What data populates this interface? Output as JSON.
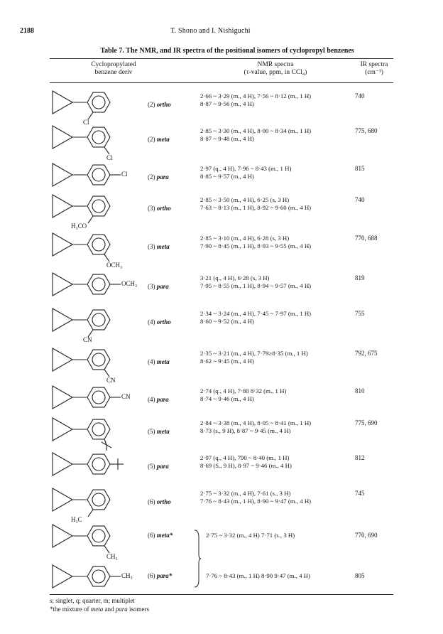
{
  "page": {
    "number": "2188",
    "running_head": "T. Shono and I. Nishiguchi",
    "caption": "Table 7. The NMR, and IR spectra of the positional isomers of cyclopropyl benzenes"
  },
  "headers": {
    "col1_line1": "Cyclopropylated",
    "col1_line2": "benzene deriv",
    "col2_line1": "NMR spectra",
    "col2_line2": "(τ-value, ppm, in CCl₄)",
    "col3_line1": "IR spectra",
    "col3_line2": "(cm⁻¹)"
  },
  "rows": [
    {
      "sub": "Cl",
      "num": "(2)",
      "pos": "ortho",
      "nmr1": "2·66 ~ 3·29 (m., 4 H), 7·56 ~ 8·12 (m., 1 H)",
      "nmr2": "8·87 ~ 9·56 (m., 4 H)",
      "ir": "740"
    },
    {
      "sub": "Cl",
      "num": "(2)",
      "pos": "meta",
      "nmr1": "2·85 ~ 3·30 (m., 4 H), 8·00 ~ 8·34 (m., 1 H)",
      "nmr2": "8·87 ~ 9·48 (m., 4 H)",
      "ir": "775, 680"
    },
    {
      "sub": "Cl",
      "num": "(2)",
      "pos": "para",
      "nmr1": "2·97 (q., 4 H), 7·96 ~ 8·43 (m., 1 H)",
      "nmr2": "8·85 ~ 9·57 (m., 4 H)",
      "ir": "815"
    },
    {
      "sub": "H₃CO",
      "num": "(3)",
      "pos": "ortho",
      "nmr1": "2·85 ~ 3·50 (m., 4 H), 6·25 (s, 3 H)",
      "nmr2": "7·63 ~ 8·13 (m., 1 H), 8·92 ~ 9·60 (m., 4 H)",
      "ir": "740"
    },
    {
      "sub": "OCH₃",
      "num": "(3)",
      "pos": "meta",
      "nmr1": "2·85 ~ 3·10 (m., 4 H), 6·28 (s, 3 H)",
      "nmr2": "7·90 ~ 8·45 (m., 1 H), 8·93 ~ 9·55 (m., 4 H)",
      "ir": "770, 688"
    },
    {
      "sub": "OCH₃",
      "num": "(3)",
      "pos": "para",
      "nmr1": "3·21 (q., 4 H), 6·28 (s, 3 H)",
      "nmr2": "7·95 ~ 8·55 (m., 1 H), 8·94 ~ 9·57 (m., 4 H)",
      "ir": "819"
    },
    {
      "sub": "CN",
      "num": "(4)",
      "pos": "ortho",
      "nmr1": "2·34 ~ 3·24 (m., 4 H), 7·45 ~ 7·97 (m., 1 H)",
      "nmr2": "8·60 ~ 9·52 (m., 4 H)",
      "ir": "755"
    },
    {
      "sub": "CN",
      "num": "(4)",
      "pos": "meta",
      "nmr1": "2·35 ~ 3·21 (m., 4 H), 7·79≥8·35 (m., 1 H)",
      "nmr2": "8·62 ~ 9·45 (m., 4 H)",
      "ir": "792, 675"
    },
    {
      "sub": "CN",
      "num": "(4)",
      "pos": "para",
      "nmr1": "2·74 (q., 4 H), 7·80 8·32 (m., 1 H)",
      "nmr2": "8·74 ~ 9·46 (m., 4 H)",
      "ir": "810"
    },
    {
      "sub": "",
      "num": "(5)",
      "pos": "meta",
      "nmr1": "2·84 ~ 3·38 (m., 4 H), 8·05 ~ 8·41 (m., 1 H)",
      "nmr2": "8·73 (s., 9 H), 8·87 ~ 9·45 (m., 4 H)",
      "ir": "775, 690"
    },
    {
      "sub": "",
      "num": "(5)",
      "pos": "para",
      "nmr1": "2·97 (q., 4 H), 790 ~ 8·40 (m., 1 H)",
      "nmr2": "8·69 (S., 9 H), 8·97 ~ 9·46 (m., 4 H)",
      "ir": "812"
    },
    {
      "sub": "H₃C",
      "num": "(6)",
      "pos": "ortho",
      "nmr1": "2·75 ~ 3·32 (m., 4 H), 7·61 (s., 3 H)",
      "nmr2": "7·76 ~ 8·43 (m., 1 H), 8·90 ~ 9·47 (m., 4 H)",
      "ir": "745"
    },
    {
      "sub": "CH₃",
      "num": "(6)",
      "pos": "meta*",
      "nmr1": "2·75 ~ 3·32 (m., 4 H) 7·71 (s., 3 H)",
      "nmr2": "",
      "ir": "770, 690"
    },
    {
      "sub": "CH₃",
      "num": "(6)",
      "pos": "para*",
      "nmr1": "7·76 ~ 8·43 (m., 1 H) 8·90 9·47 (m., 4 H)",
      "nmr2": "",
      "ir": "805"
    }
  ],
  "footnotes": {
    "line1": "s; singlet, q; quarter, m; multiplet",
    "line2_pre": "*the mixture of ",
    "line2_meta": "meta",
    "line2_and": " and ",
    "line2_para": "para",
    "line2_post": " isomers"
  }
}
